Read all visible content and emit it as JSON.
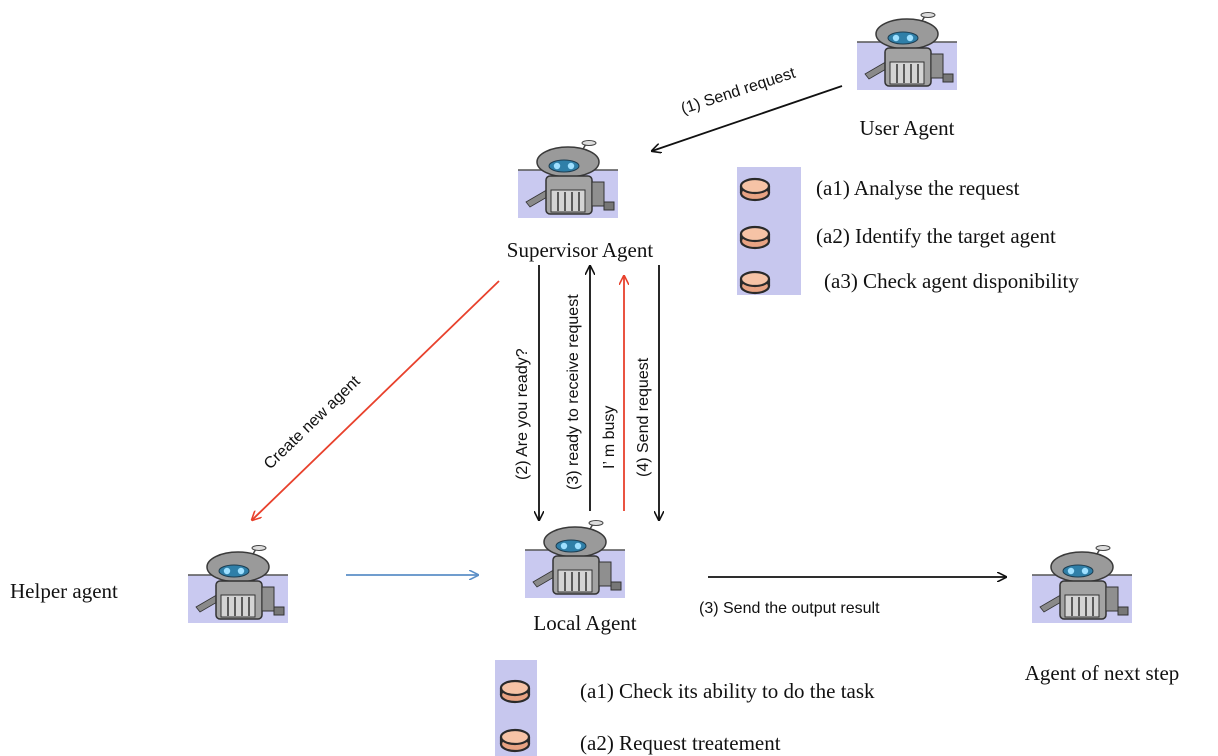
{
  "agents": {
    "user": "User Agent",
    "supervisor": "Supervisor Agent",
    "local": "Local Agent",
    "helper": "Helper agent",
    "next": "Agent  of  next step"
  },
  "messages": {
    "send_request_1": "(1) Send request",
    "create_new_agent": "Create new agent",
    "are_you_ready": "(2) Are you ready?",
    "ready_to_receive": "(3) ready to receive  request",
    "im_busy": "I’ m busy",
    "send_request_4": "(4) Send request",
    "send_output": "(3) Send the output result"
  },
  "supervisor_tasks": [
    "(a1) Analyse the request",
    "(a2) Identify the target agent",
    "(a3) Check agent disponibility"
  ],
  "local_tasks": [
    "(a1) Check its ability to do the task",
    "(a2)  Request treatement"
  ],
  "colors": {
    "arrow_black": "#111111",
    "arrow_red": "#e8412c",
    "arrow_blue": "#5b8fc7",
    "panel_lavender": "#c7c7ee",
    "disk_fill": "#f2b895"
  }
}
